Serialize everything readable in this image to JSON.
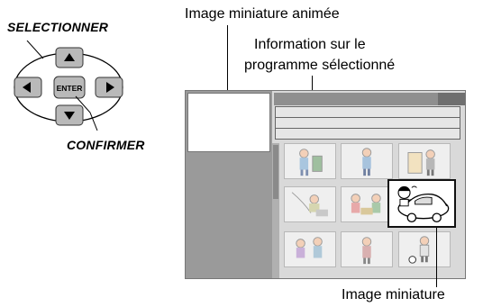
{
  "labels": {
    "select": "SELECTIONNER",
    "confirm": "CONFIRMER",
    "enter": "ENTER",
    "animated_thumbnail": "Image miniature animée",
    "program_info_line1": "Information sur le",
    "program_info_line2": "programme sélectionné",
    "thumbnail": "Image miniature"
  },
  "icons": {
    "up": "arrow-up-icon",
    "down": "arrow-down-icon",
    "left": "arrow-left-icon",
    "right": "arrow-right-icon"
  },
  "colors": {
    "screen_bg": "#d9d9d9",
    "left_panel": "#9a9a9a",
    "button_fill": "#b9b9b9"
  }
}
